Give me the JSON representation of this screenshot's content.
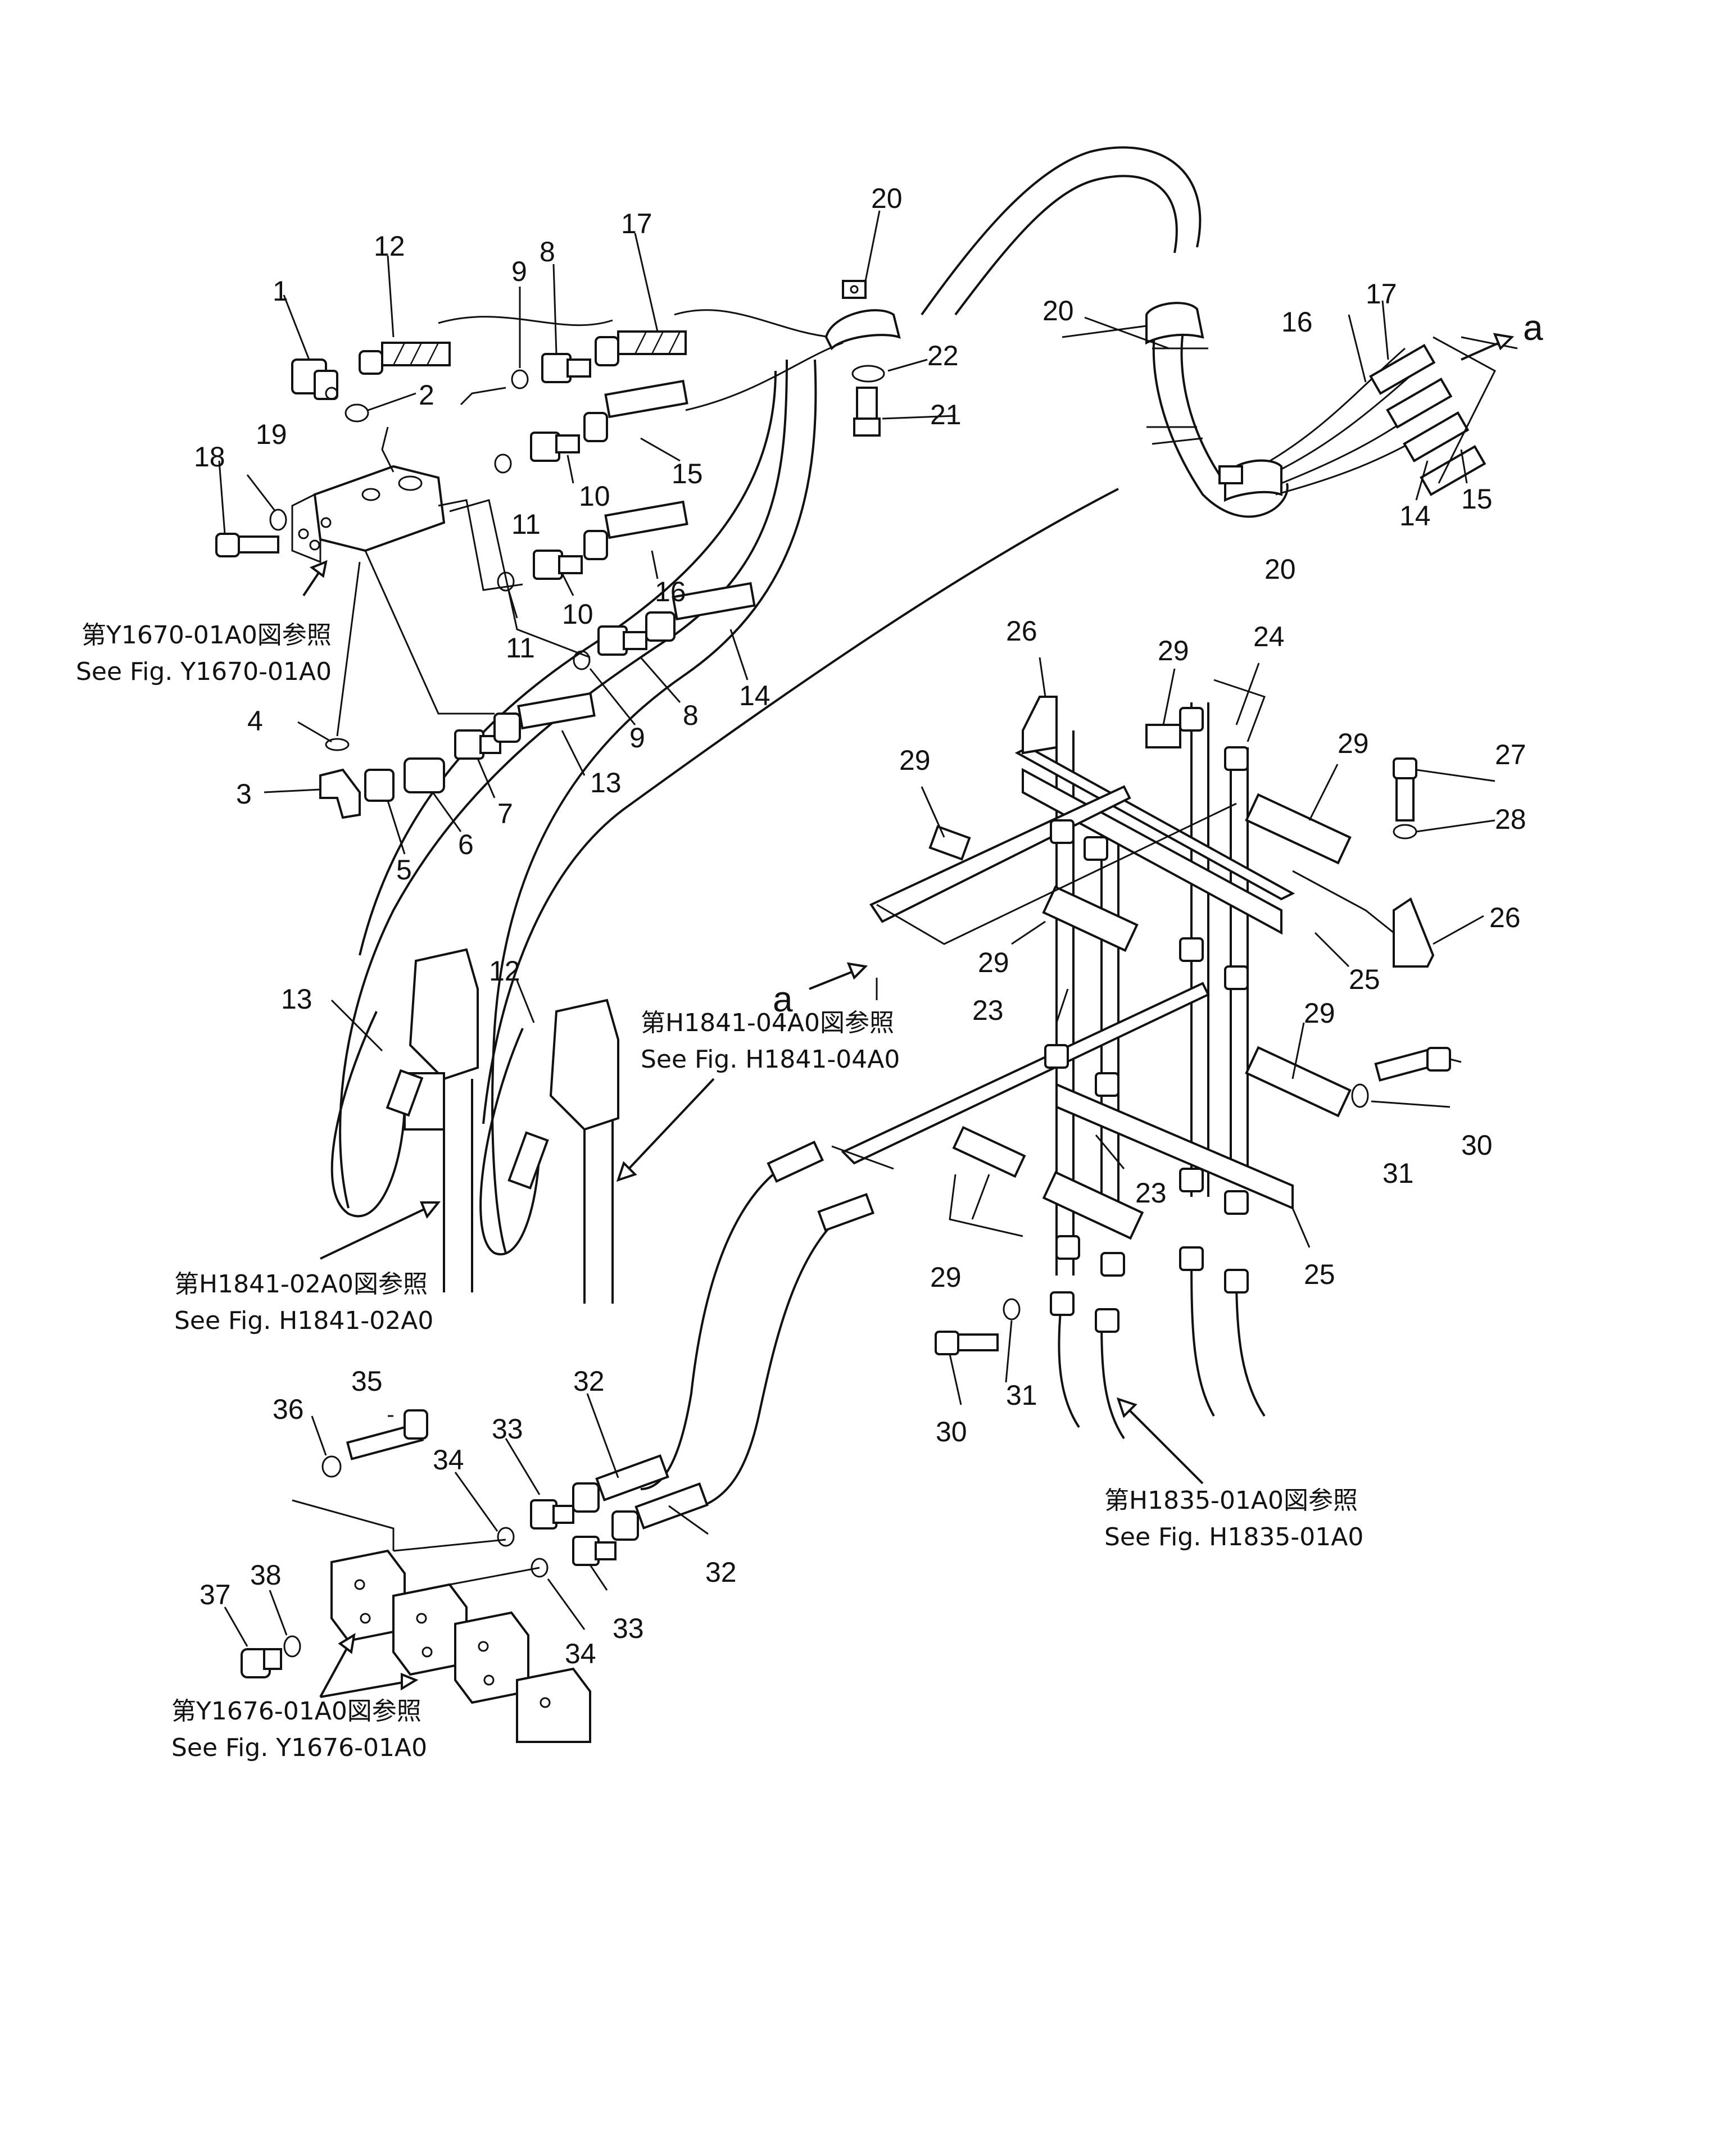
{
  "part_numbers": [
    {
      "id": "p1",
      "label": "1"
    },
    {
      "id": "p2",
      "label": "2"
    },
    {
      "id": "p3",
      "label": "3"
    },
    {
      "id": "p4",
      "label": "4"
    },
    {
      "id": "p5",
      "label": "5"
    },
    {
      "id": "p6",
      "label": "6"
    },
    {
      "id": "p7",
      "label": "7"
    },
    {
      "id": "p8a",
      "label": "8"
    },
    {
      "id": "p8b",
      "label": "8"
    },
    {
      "id": "p9a",
      "label": "9"
    },
    {
      "id": "p9b",
      "label": "9"
    },
    {
      "id": "p10a",
      "label": "10"
    },
    {
      "id": "p10b",
      "label": "10"
    },
    {
      "id": "p11a",
      "label": "11"
    },
    {
      "id": "p11b",
      "label": "11"
    },
    {
      "id": "p12a",
      "label": "12"
    },
    {
      "id": "p12b",
      "label": "12"
    },
    {
      "id": "p13a",
      "label": "13"
    },
    {
      "id": "p13b",
      "label": "13"
    },
    {
      "id": "p14a",
      "label": "14"
    },
    {
      "id": "p14b",
      "label": "14"
    },
    {
      "id": "p15a",
      "label": "15"
    },
    {
      "id": "p15b",
      "label": "15"
    },
    {
      "id": "p16a",
      "label": "16"
    },
    {
      "id": "p16b",
      "label": "16"
    },
    {
      "id": "p17a",
      "label": "17"
    },
    {
      "id": "p17b",
      "label": "17"
    },
    {
      "id": "p18",
      "label": "18"
    },
    {
      "id": "p19",
      "label": "19"
    },
    {
      "id": "p20a",
      "label": "20"
    },
    {
      "id": "p20b",
      "label": "20"
    },
    {
      "id": "p20c",
      "label": "20"
    },
    {
      "id": "p21",
      "label": "21"
    },
    {
      "id": "p22",
      "label": "22"
    },
    {
      "id": "p23a",
      "label": "23"
    },
    {
      "id": "p23b",
      "label": "23"
    },
    {
      "id": "p24",
      "label": "24"
    },
    {
      "id": "p25a",
      "label": "25"
    },
    {
      "id": "p25b",
      "label": "25"
    },
    {
      "id": "p26a",
      "label": "26"
    },
    {
      "id": "p26b",
      "label": "26"
    },
    {
      "id": "p27",
      "label": "27"
    },
    {
      "id": "p28",
      "label": "28"
    },
    {
      "id": "p29a",
      "label": "29"
    },
    {
      "id": "p29b",
      "label": "29"
    },
    {
      "id": "p29c",
      "label": "29"
    },
    {
      "id": "p29d",
      "label": "29"
    },
    {
      "id": "p29e",
      "label": "29"
    },
    {
      "id": "p29f",
      "label": "29"
    },
    {
      "id": "p30a",
      "label": "30"
    },
    {
      "id": "p30b",
      "label": "30"
    },
    {
      "id": "p31a",
      "label": "31"
    },
    {
      "id": "p31b",
      "label": "31"
    },
    {
      "id": "p32a",
      "label": "32"
    },
    {
      "id": "p32b",
      "label": "32"
    },
    {
      "id": "p33a",
      "label": "33"
    },
    {
      "id": "p33b",
      "label": "33"
    },
    {
      "id": "p34a",
      "label": "34"
    },
    {
      "id": "p34b",
      "label": "34"
    },
    {
      "id": "p35",
      "label": "35"
    },
    {
      "id": "p36",
      "label": "36"
    },
    {
      "id": "p37",
      "label": "37"
    },
    {
      "id": "p38",
      "label": "38"
    },
    {
      "id": "pa1",
      "label": "a"
    },
    {
      "id": "pa2",
      "label": "a"
    }
  ],
  "references": [
    {
      "id": "ref_y1670",
      "jp": "第Y1670-01A0図参照",
      "en": "See  Fig.  Y1670-01A0"
    },
    {
      "id": "ref_h1841_04",
      "jp": "第H1841-04A0図参照",
      "en": "See  Fig.  H1841-04A0"
    },
    {
      "id": "ref_h1841_02",
      "jp": "第H1841-02A0図参照",
      "en": "See  Fig.  H1841-02A0"
    },
    {
      "id": "ref_h1835",
      "jp": "第H1835-01A0図参照",
      "en": "See  Fig.  H1835-01A0"
    },
    {
      "id": "ref_y1676",
      "jp": "第Y1676-01A0図参照",
      "en": "See  Fig.  Y1676-01A0"
    }
  ]
}
